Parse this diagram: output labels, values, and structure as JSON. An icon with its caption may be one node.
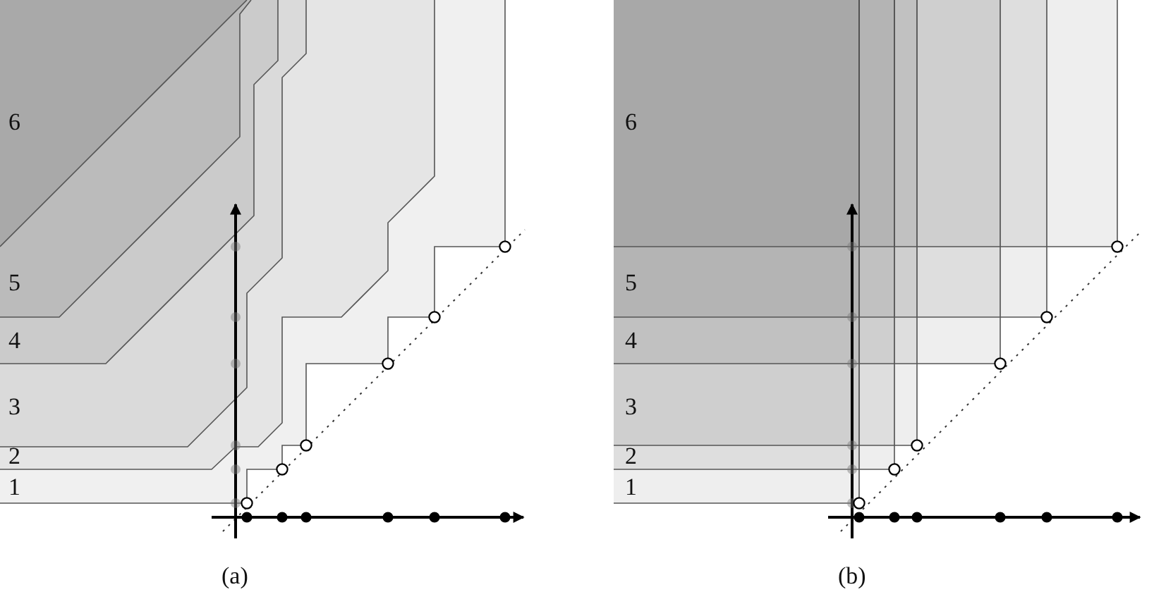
{
  "diagram": {
    "labels": [
      "6",
      "5",
      "4",
      "3",
      "2",
      "1",
      "6",
      "5",
      "4",
      "3",
      "2",
      "1",
      "(a)",
      "(b)"
    ]
  }
}
